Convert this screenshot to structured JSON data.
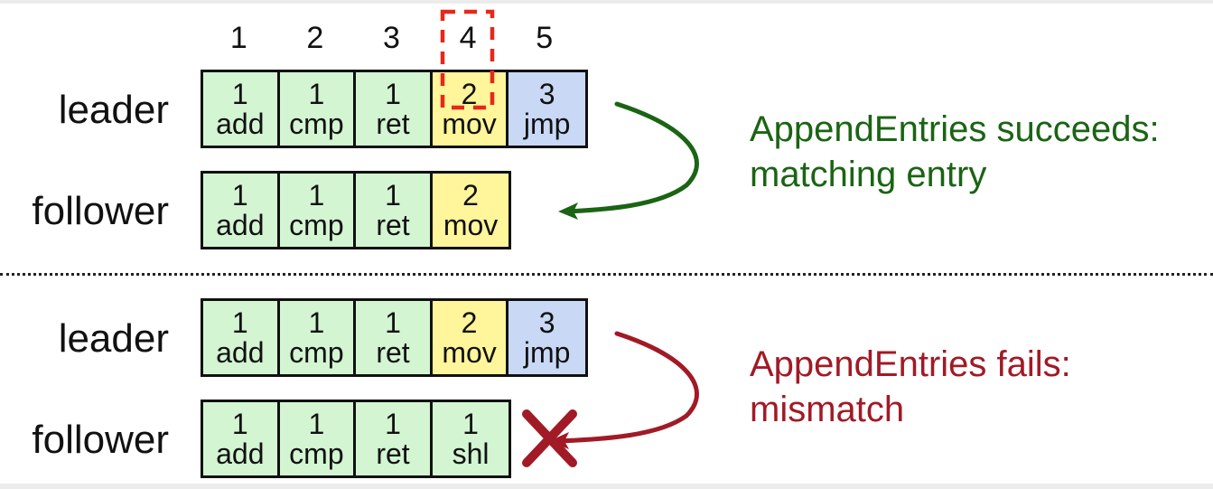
{
  "colors": {
    "term1": "#d3f5d2",
    "term2": "#fff59a",
    "term3": "#c8d8f5",
    "success": "#1a6414",
    "failure": "#a11a26",
    "highlight": "#e8271a"
  },
  "indices": [
    "1",
    "2",
    "3",
    "4",
    "5"
  ],
  "highlighted_index": "4",
  "scenarios": [
    {
      "name": "success",
      "leader": {
        "label": "leader",
        "entries": [
          {
            "term": "1",
            "cmd": "add"
          },
          {
            "term": "1",
            "cmd": "cmp"
          },
          {
            "term": "1",
            "cmd": "ret"
          },
          {
            "term": "2",
            "cmd": "mov"
          },
          {
            "term": "3",
            "cmd": "jmp"
          }
        ]
      },
      "follower": {
        "label": "follower",
        "entries": [
          {
            "term": "1",
            "cmd": "add"
          },
          {
            "term": "1",
            "cmd": "cmp"
          },
          {
            "term": "1",
            "cmd": "ret"
          },
          {
            "term": "2",
            "cmd": "mov"
          }
        ]
      },
      "message": {
        "line1": "AppendEntries succeeds:",
        "line2": "matching entry"
      }
    },
    {
      "name": "failure",
      "leader": {
        "label": "leader",
        "entries": [
          {
            "term": "1",
            "cmd": "add"
          },
          {
            "term": "1",
            "cmd": "cmp"
          },
          {
            "term": "1",
            "cmd": "ret"
          },
          {
            "term": "2",
            "cmd": "mov"
          },
          {
            "term": "3",
            "cmd": "jmp"
          }
        ]
      },
      "follower": {
        "label": "follower",
        "entries": [
          {
            "term": "1",
            "cmd": "add"
          },
          {
            "term": "1",
            "cmd": "cmp"
          },
          {
            "term": "1",
            "cmd": "ret"
          },
          {
            "term": "1",
            "cmd": "shl"
          }
        ]
      },
      "message": {
        "line1": "AppendEntries fails:",
        "line2": "mismatch"
      }
    }
  ]
}
